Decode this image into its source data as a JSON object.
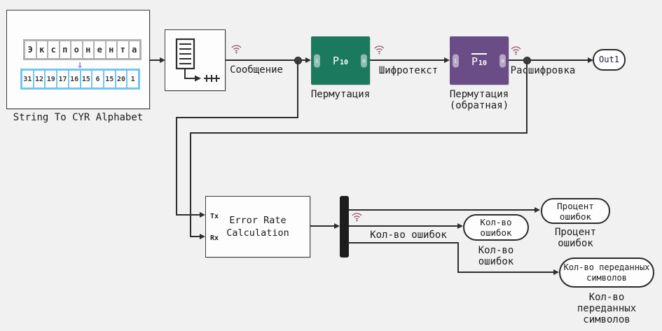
{
  "colors": {
    "background": "#f2f1f1",
    "line": "#2e2e2e",
    "block_green": "#1b7a5e",
    "block_purple": "#6a4d86",
    "wifi_badge": "#8e4f63",
    "letters_strip": "#b2b1b0",
    "numbers_strip": "#72c6f1",
    "map_arrow": "#9d7fd9"
  },
  "diagram": {
    "blocks": {
      "string_to_cyr": {
        "label": "String To CYR Alphabet",
        "letters": [
          "Э",
          "к",
          "с",
          "п",
          "о",
          "н",
          "е",
          "н",
          "т",
          "а"
        ],
        "numbers": [
          "31",
          "12",
          "19",
          "17",
          "16",
          "15",
          "6",
          "15",
          "20",
          "1"
        ]
      },
      "permutation": {
        "symbol": "P",
        "symbol_sub": "10",
        "port_in": "i",
        "port_out": "o",
        "caption": "Пермутация"
      },
      "permutation_inverse": {
        "symbol": "P",
        "symbol_sub": "10",
        "port_in": "i",
        "port_out": "o",
        "caption_line1": "Пермутация",
        "caption_line2": "(обратная)"
      },
      "error_rate": {
        "title_line1": "Error Rate",
        "title_line2": "Calculation",
        "port_tx": "Tx",
        "port_rx": "Rx"
      },
      "out1": {
        "label": "Out1"
      }
    },
    "scopes": {
      "percent": {
        "text_line1": "Процент",
        "text_line2": "ошибок",
        "caption_line1": "Процент",
        "caption_line2": "ошибок"
      },
      "errors": {
        "text_line1": "Кол-во",
        "text_line2": "ошибок",
        "caption_line1": "Кол-во",
        "caption_line2": "ошибок"
      },
      "transmitted": {
        "text_line1": "Кол-во переданных",
        "text_line2": "символов",
        "caption_line1": "Кол-во",
        "caption_line2": "переданных",
        "caption_line3": "символов"
      }
    },
    "signals": {
      "message": "Сообщение",
      "ciphertext": "Шифротекст",
      "decryption": "Расшифровка",
      "error_count": "Кол-во ошибок"
    }
  }
}
